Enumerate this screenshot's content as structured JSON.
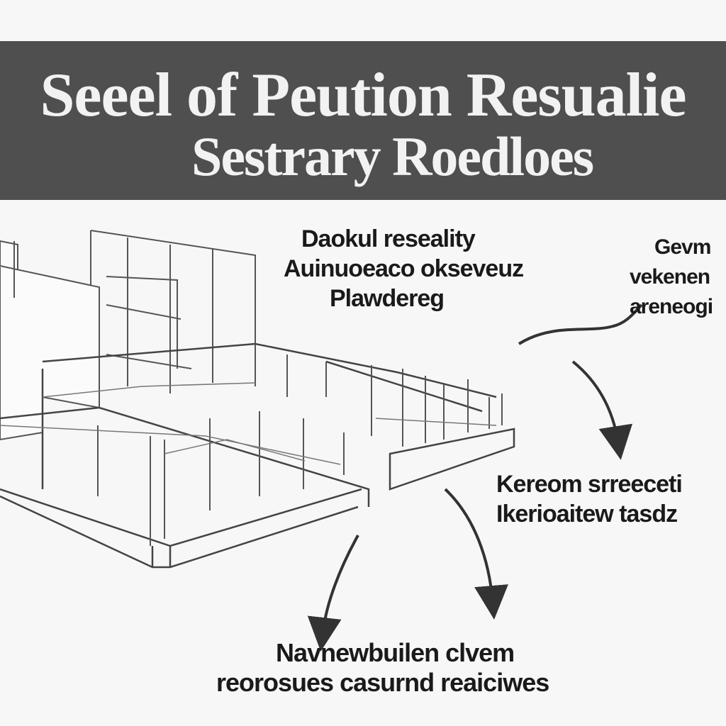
{
  "header": {
    "title_line1": "Seeel of Peution Resualie",
    "title_line2": "Sestrary Roedloes"
  },
  "labels": {
    "top_center": [
      "Daokul reseality",
      "Auinuoeaco okseveuz",
      "Plawdereg"
    ],
    "top_right": [
      "Gevm",
      "vekenen",
      "areneogi"
    ],
    "middle_right": [
      "Kereom srreeceti",
      "Ikerioaitew tasdz"
    ],
    "bottom": [
      "Navnewbuilen clvem",
      "reorosues casurnd reaiciwes"
    ]
  },
  "colors": {
    "banner": "#4f4f4f",
    "banner_text": "#f2f2f2",
    "ink": "#1a1a1a",
    "paper": "#f7f7f7"
  }
}
